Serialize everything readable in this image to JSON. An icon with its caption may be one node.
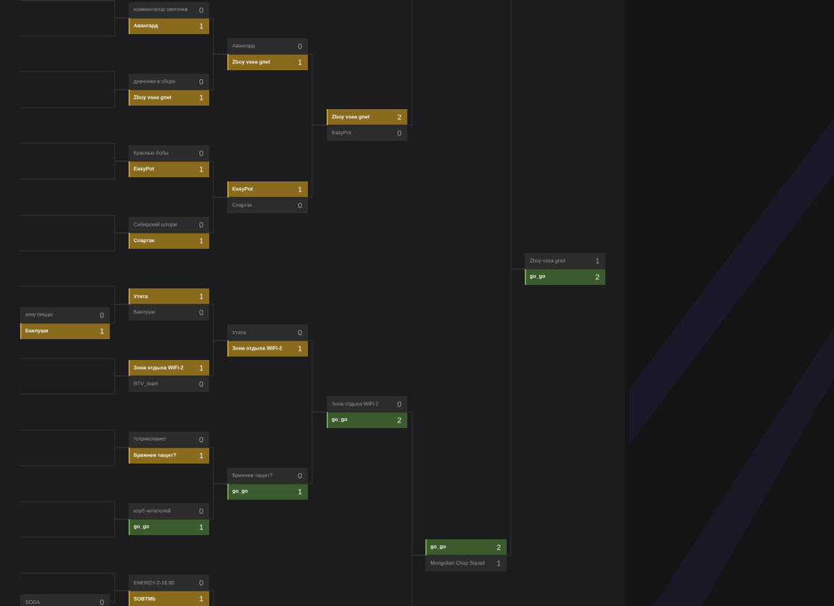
{
  "diagram": {
    "nodes": [
      {
        "text": [
          "хочу пиццы",
          "0",
          "Баклуши",
          "1"
        ]
      },
      {
        "text": [
          "SODA",
          "0"
        ]
      },
      {
        "text": [
          "комментатор светочка",
          "0",
          "Авангард",
          "1"
        ]
      },
      {
        "text": [
          "девчонки в сборе",
          "0",
          "Zboy vsea gnet",
          "1"
        ]
      },
      {
        "text": [
          "Красные бобы",
          "0",
          "EasyPot",
          "1"
        ]
      },
      {
        "text": [
          "Сибирский шторм",
          "0",
          "Спартак",
          "1"
        ]
      },
      {
        "text": [
          "Утята",
          "1",
          "Баклуши",
          "0"
        ]
      },
      {
        "text": [
          "Зона отдыха WiFi-2",
          "1",
          "RTV_team",
          "0"
        ]
      },
      {
        "text": [
          "тотриксламет",
          "0",
          "Брежнев тащит?",
          "1"
        ]
      },
      {
        "text": [
          "клуб читателей",
          "0",
          "go_go",
          "1"
        ]
      },
      {
        "text": [
          "ENERGY-2-16.00",
          "0",
          "SOBTMb",
          "1"
        ]
      },
      {
        "text": [
          "Авангард",
          "0",
          "Zboy vsea gnet",
          "1"
        ]
      },
      {
        "text": [
          "EasyPot",
          "1",
          "Спартак",
          "0"
        ]
      },
      {
        "text": [
          "Утята",
          "0",
          "Зона отдыха WiFi-2",
          "1"
        ]
      },
      {
        "text": [
          "Брежнев тащит?",
          "0",
          "go_go",
          "1"
        ]
      },
      {
        "text": [
          "Zboy vsea gnet",
          "2",
          "EasyPot",
          "0"
        ]
      },
      {
        "text": [
          "Зона отдыха WiFi-2",
          "0",
          "go_go",
          "2"
        ]
      },
      {
        "text": [
          "go_go",
          "2",
          "Mongolian Chop Squad",
          "1"
        ]
      },
      {
        "text": [
          "Zboy vsea gnet",
          "1",
          "go_go",
          "2"
        ]
      }
    ],
    "edges": [
      {
        "from": null,
        "to": 2,
        "arrow": "none"
      },
      {
        "from": null,
        "to": 2,
        "arrow": "none"
      },
      {
        "from": null,
        "to": 3,
        "arrow": "none"
      },
      {
        "from": null,
        "to": 3,
        "arrow": "none"
      },
      {
        "from": null,
        "to": 4,
        "arrow": "none"
      },
      {
        "from": null,
        "to": 4,
        "arrow": "none"
      },
      {
        "from": null,
        "to": 5,
        "arrow": "none"
      },
      {
        "from": null,
        "to": 5,
        "arrow": "none"
      },
      {
        "from": null,
        "to": 6,
        "arrow": "none"
      },
      {
        "from": 0,
        "to": 6,
        "arrow": "none"
      },
      {
        "from": null,
        "to": 7,
        "arrow": "none"
      },
      {
        "from": null,
        "to": 7,
        "arrow": "none"
      },
      {
        "from": null,
        "to": 8,
        "arrow": "none"
      },
      {
        "from": null,
        "to": 8,
        "arrow": "none"
      },
      {
        "from": null,
        "to": 9,
        "arrow": "none"
      },
      {
        "from": null,
        "to": 9,
        "arrow": "none"
      },
      {
        "from": null,
        "to": 10,
        "arrow": "none"
      },
      {
        "from": 1,
        "to": 10,
        "arrow": "none"
      },
      {
        "from": 2,
        "to": 11,
        "arrow": "none"
      },
      {
        "from": 3,
        "to": 11,
        "arrow": "none"
      },
      {
        "from": 4,
        "to": 12,
        "arrow": "none"
      },
      {
        "from": 5,
        "to": 12,
        "arrow": "none"
      },
      {
        "from": 6,
        "to": 13,
        "arrow": "none"
      },
      {
        "from": 7,
        "to": 13,
        "arrow": "none"
      },
      {
        "from": 8,
        "to": 14,
        "arrow": "none"
      },
      {
        "from": 9,
        "to": 14,
        "arrow": "none"
      },
      {
        "from": 10,
        "to": null,
        "arrow": "none"
      },
      {
        "from": 11,
        "to": 15,
        "arrow": "none"
      },
      {
        "from": 12,
        "to": 15,
        "arrow": "none"
      },
      {
        "from": 13,
        "to": 16,
        "arrow": "none"
      },
      {
        "from": 14,
        "to": 16,
        "arrow": "none"
      },
      {
        "from": 15,
        "to": null,
        "arrow": "none"
      },
      {
        "from": 16,
        "to": 17,
        "arrow": "none"
      },
      {
        "from": null,
        "to": 17,
        "arrow": "none"
      },
      {
        "from": null,
        "to": 18,
        "arrow": "none"
      },
      {
        "from": 17,
        "to": 18,
        "arrow": "none"
      }
    ]
  }
}
